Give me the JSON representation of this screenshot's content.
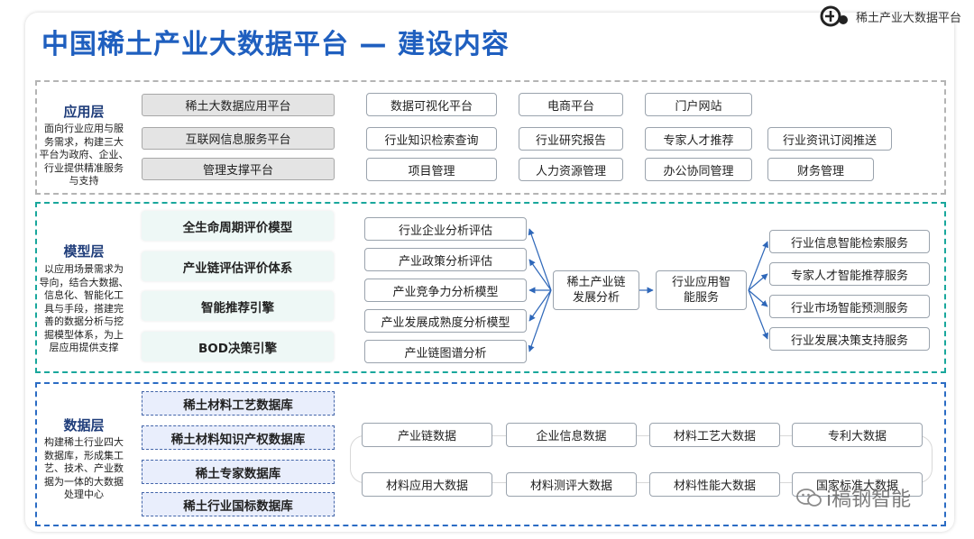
{
  "title": "中国稀土产业大数据平台 — 建设内容",
  "brand": {
    "logo_text": "稀土产业大数据平台"
  },
  "watermark": "i稿钢智能",
  "colors": {
    "title": "#1f5fbf",
    "app_border": "#b4b4b4",
    "model_border": "#19a79c",
    "data_border": "#2b6cc4",
    "arrow": "#2e67b9"
  },
  "app_layer": {
    "name": "应用层",
    "desc": [
      "面向行业应用与服",
      "务需求，构建三大",
      "平台为政府、企业、",
      "行业提供精准服务",
      "与支持"
    ],
    "platforms": [
      "稀土大数据应用平台",
      "互联网信息服务平台",
      "管理支撑平台"
    ],
    "rows": [
      [
        "数据可视化平台",
        "电商平台",
        "门户网站"
      ],
      [
        "行业知识检索查询",
        "行业研究报告",
        "专家人才推荐",
        "行业资讯订阅推送"
      ],
      [
        "项目管理",
        "人力资源管理",
        "办公协同管理",
        "财务管理"
      ]
    ]
  },
  "model_layer": {
    "name": "模型层",
    "desc": [
      "以应用场景需求为",
      "导向，结合大数据、",
      "信息化、智能化工",
      "具与手段，搭建完",
      "善的数据分析与挖",
      "掘模型体系，为上",
      "层应用提供支撑"
    ],
    "models": [
      "全生命周期评价模型",
      "产业链评估评价体系",
      "智能推荐引擎",
      "BOD决策引擎"
    ],
    "analyses": [
      "行业企业分析评估",
      "产业政策分析评估",
      "产业竞争力分析模型",
      "产业发展成熟度分析模型",
      "产业链图谱分析"
    ],
    "hub1": [
      "稀土产业链",
      "发展分析"
    ],
    "hub2": [
      "行业应用智",
      "能服务"
    ],
    "services": [
      "行业信息智能检索服务",
      "专家人才智能推荐服务",
      "行业市场智能预测服务",
      "行业发展决策支持服务"
    ]
  },
  "data_layer": {
    "name": "数据层",
    "desc": [
      "构建稀土行业四大",
      "数据库，形成集工",
      "艺、技术、产业数",
      "据为一体的大数据",
      "处理中心"
    ],
    "databases": [
      "稀土材料工艺数据库",
      "稀土材料知识产权数据库",
      "稀土专家数据库",
      "稀土行业国标数据库"
    ],
    "row1": [
      "产业链数据",
      "企业信息数据",
      "材料工艺大数据",
      "专利大数据"
    ],
    "row2": [
      "材料应用大数据",
      "材料测评大数据",
      "材料性能大数据",
      "国家标准大数据"
    ]
  }
}
